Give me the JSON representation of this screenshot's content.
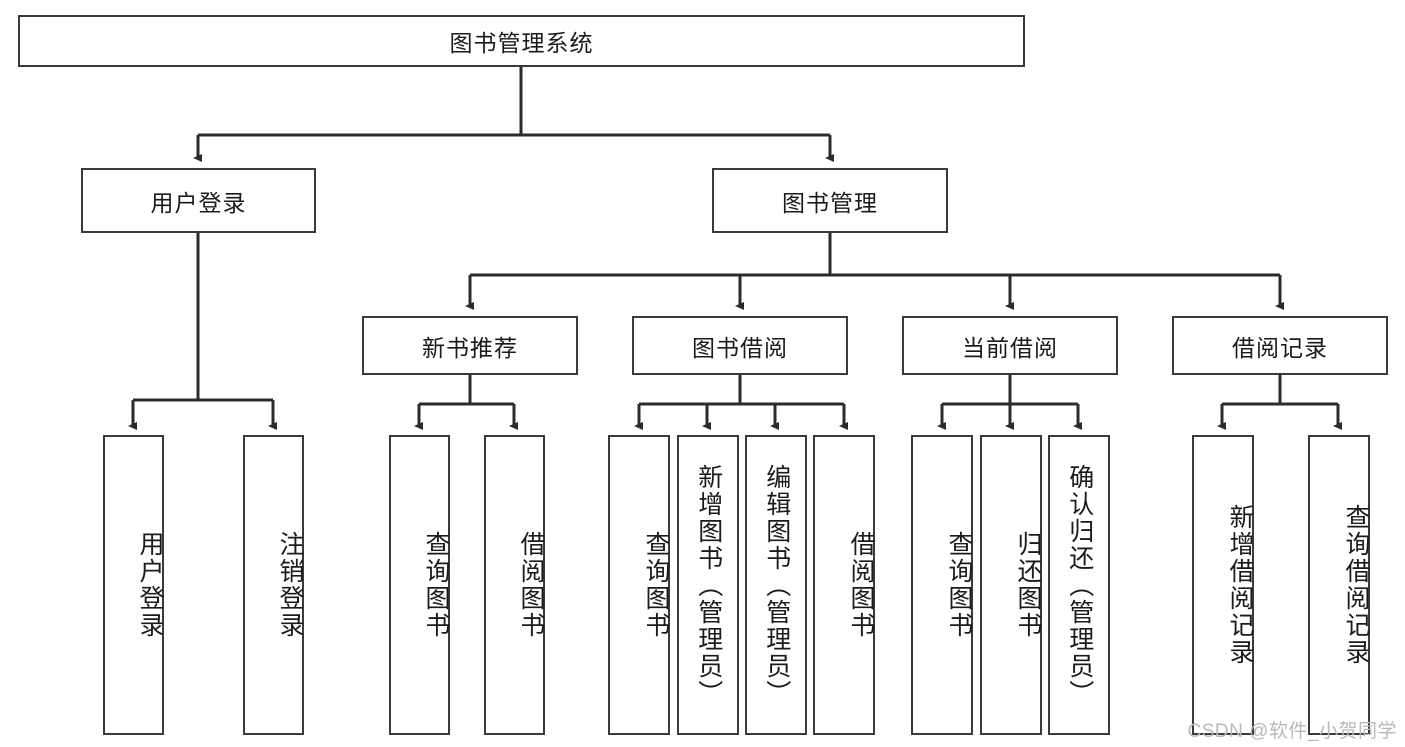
{
  "diagram": {
    "type": "tree-hierarchy",
    "title": "图书管理系统",
    "watermark": "CSDN @软件_小贺同学",
    "colors": {
      "box_border": "#3a3a3a",
      "box_fill": "#ffffff",
      "edge": "#2b2b2b",
      "text": "#1b1b1b",
      "watermark": "#b9b9b9"
    },
    "nodes": {
      "root": {
        "label": "图书管理系统",
        "level": 0
      },
      "l1": [
        {
          "id": "user_login",
          "label": "用户登录",
          "level": 1
        },
        {
          "id": "book_mgmt",
          "label": "图书管理",
          "level": 1
        }
      ],
      "l2": [
        {
          "id": "new_book_rec",
          "label": "新书推荐",
          "level": 2,
          "parent": "book_mgmt"
        },
        {
          "id": "book_borrow",
          "label": "图书借阅",
          "level": 2,
          "parent": "book_mgmt"
        },
        {
          "id": "current_borrow",
          "label": "当前借阅",
          "level": 2,
          "parent": "book_mgmt"
        },
        {
          "id": "borrow_record",
          "label": "借阅记录",
          "level": 2,
          "parent": "book_mgmt"
        }
      ],
      "leaves": [
        {
          "id": "leaf_user_login",
          "label": "用户登录",
          "parent": "user_login"
        },
        {
          "id": "leaf_user_logout",
          "label": "注销登录",
          "parent": "user_login"
        },
        {
          "id": "leaf_query_book_1",
          "label": "查询图书",
          "parent": "new_book_rec"
        },
        {
          "id": "leaf_borrow_book_1",
          "label": "借阅图书",
          "parent": "new_book_rec"
        },
        {
          "id": "leaf_query_book_2",
          "label": "查询图书",
          "parent": "book_borrow"
        },
        {
          "id": "leaf_add_book",
          "label": "新增图书（管理员）",
          "parent": "book_borrow"
        },
        {
          "id": "leaf_edit_book",
          "label": "编辑图书（管理员）",
          "parent": "book_borrow"
        },
        {
          "id": "leaf_borrow_book_2",
          "label": "借阅图书",
          "parent": "book_borrow"
        },
        {
          "id": "leaf_query_book_3",
          "label": "查询图书",
          "parent": "current_borrow"
        },
        {
          "id": "leaf_return_book",
          "label": "归还图书",
          "parent": "current_borrow"
        },
        {
          "id": "leaf_confirm_return",
          "label": "确认归还（管理员）",
          "parent": "current_borrow"
        },
        {
          "id": "leaf_add_record",
          "label": "新增借阅记录",
          "parent": "borrow_record"
        },
        {
          "id": "leaf_query_record",
          "label": "查询借阅记录",
          "parent": "borrow_record"
        }
      ]
    }
  }
}
